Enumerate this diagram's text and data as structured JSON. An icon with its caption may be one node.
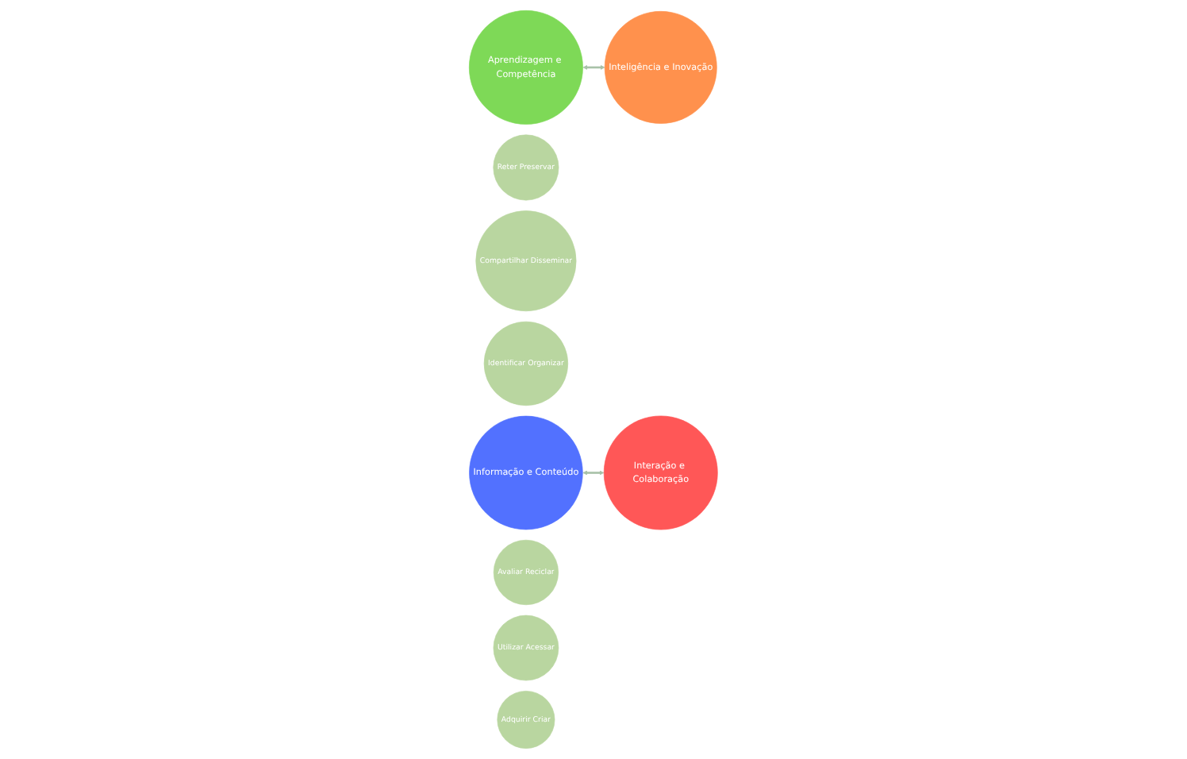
{
  "diagram": {
    "nodes": [
      {
        "text": [
          "Aprendizagem e Competência"
        ]
      },
      {
        "text": [
          "Reter Preservar"
        ]
      },
      {
        "text": [
          "Compartilhar Disseminar"
        ]
      },
      {
        "text": [
          "Identificar Organizar"
        ]
      },
      {
        "text": [
          "Informação e Conteúdo"
        ]
      },
      {
        "text": [
          "Interação e Colaboração"
        ]
      },
      {
        "text": [
          "Avaliar Reciclar"
        ]
      },
      {
        "text": [
          "Utilizar Acessar"
        ]
      },
      {
        "text": [
          "Inteligência e Inovação"
        ]
      },
      {
        "text": [
          "Adquirir Criar"
        ]
      }
    ],
    "edges": [
      {
        "from": 4,
        "to": 5,
        "arrow": "both"
      },
      {
        "from": 0,
        "to": 8,
        "arrow": "both"
      }
    ]
  }
}
